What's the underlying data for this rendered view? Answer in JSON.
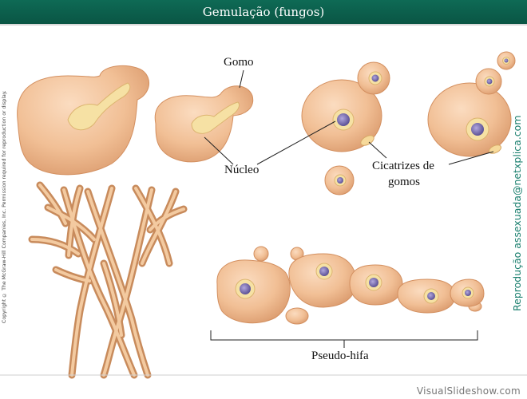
{
  "header": {
    "title": "Gemulação (fungos)"
  },
  "labels": {
    "bud": "Gomo",
    "nucleus": "Núcleo",
    "scars_line1": "Cicatrizes de",
    "scars_line2": "gomos",
    "pseudohypha": "Pseudo-hifa"
  },
  "side_note": "Reprodução assexuada@netxplica.com",
  "copyright": "Copyright © The McGraw-Hill Companies, Inc. Permission required for reproduction or display.",
  "watermark": "VisualSlideshow.com",
  "colors": {
    "header_bg": "#0e6a55",
    "cell_fill": "#f3c39a",
    "cell_edge": "#d99a6c",
    "nucleus": "#7a6fb0",
    "nucleus_ring": "#f6e3a6",
    "side_note": "#1a7f6e"
  }
}
